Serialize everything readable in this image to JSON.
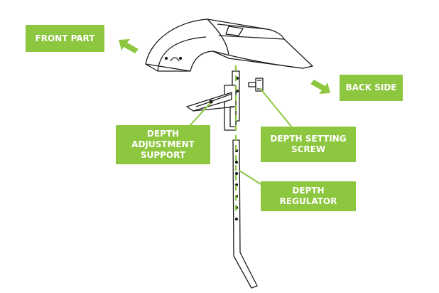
{
  "colors": {
    "label_bg": "#8dc63f",
    "label_text": "#ffffff",
    "line_art": "#1a1a1a",
    "leader": "#8dc63f",
    "axis": "#8dc63f"
  },
  "labels": {
    "front_part": "FRONT PART",
    "back_side": "BACK SIDE",
    "depth_adjustment_support": [
      "DEPTH",
      "ADJUSTMENT",
      "SUPPORT"
    ],
    "depth_setting_screw": [
      "DEPTH SETTING",
      "SCREW"
    ],
    "depth_regulator": [
      "DEPTH",
      "REGULATOR"
    ]
  },
  "icons": {
    "front_arrow": "arrow-up-left-icon",
    "back_arrow": "arrow-down-right-icon"
  }
}
